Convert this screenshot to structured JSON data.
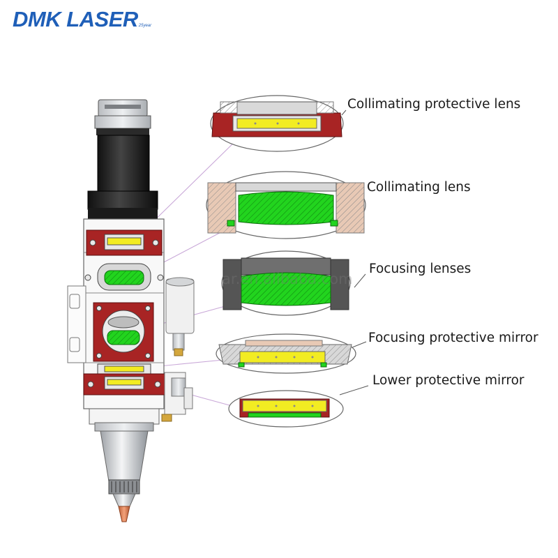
{
  "brand": {
    "name": "DMK LASER",
    "tagline": "25year",
    "color": "#1f5fb8"
  },
  "watermark": "ar.en.alibaba.com",
  "callouts": [
    {
      "label": "Collimating protective lens"
    },
    {
      "label": "Collimating lens"
    },
    {
      "label": "Focusing lenses"
    },
    {
      "label": "Focusing protective mirror"
    },
    {
      "label": "Lower protective mirror"
    }
  ],
  "colors": {
    "housing_red": "#a82424",
    "lens_green": "#22d41e",
    "lens_yellow": "#f2ec22",
    "leader_line": "#c9a8d8"
  }
}
